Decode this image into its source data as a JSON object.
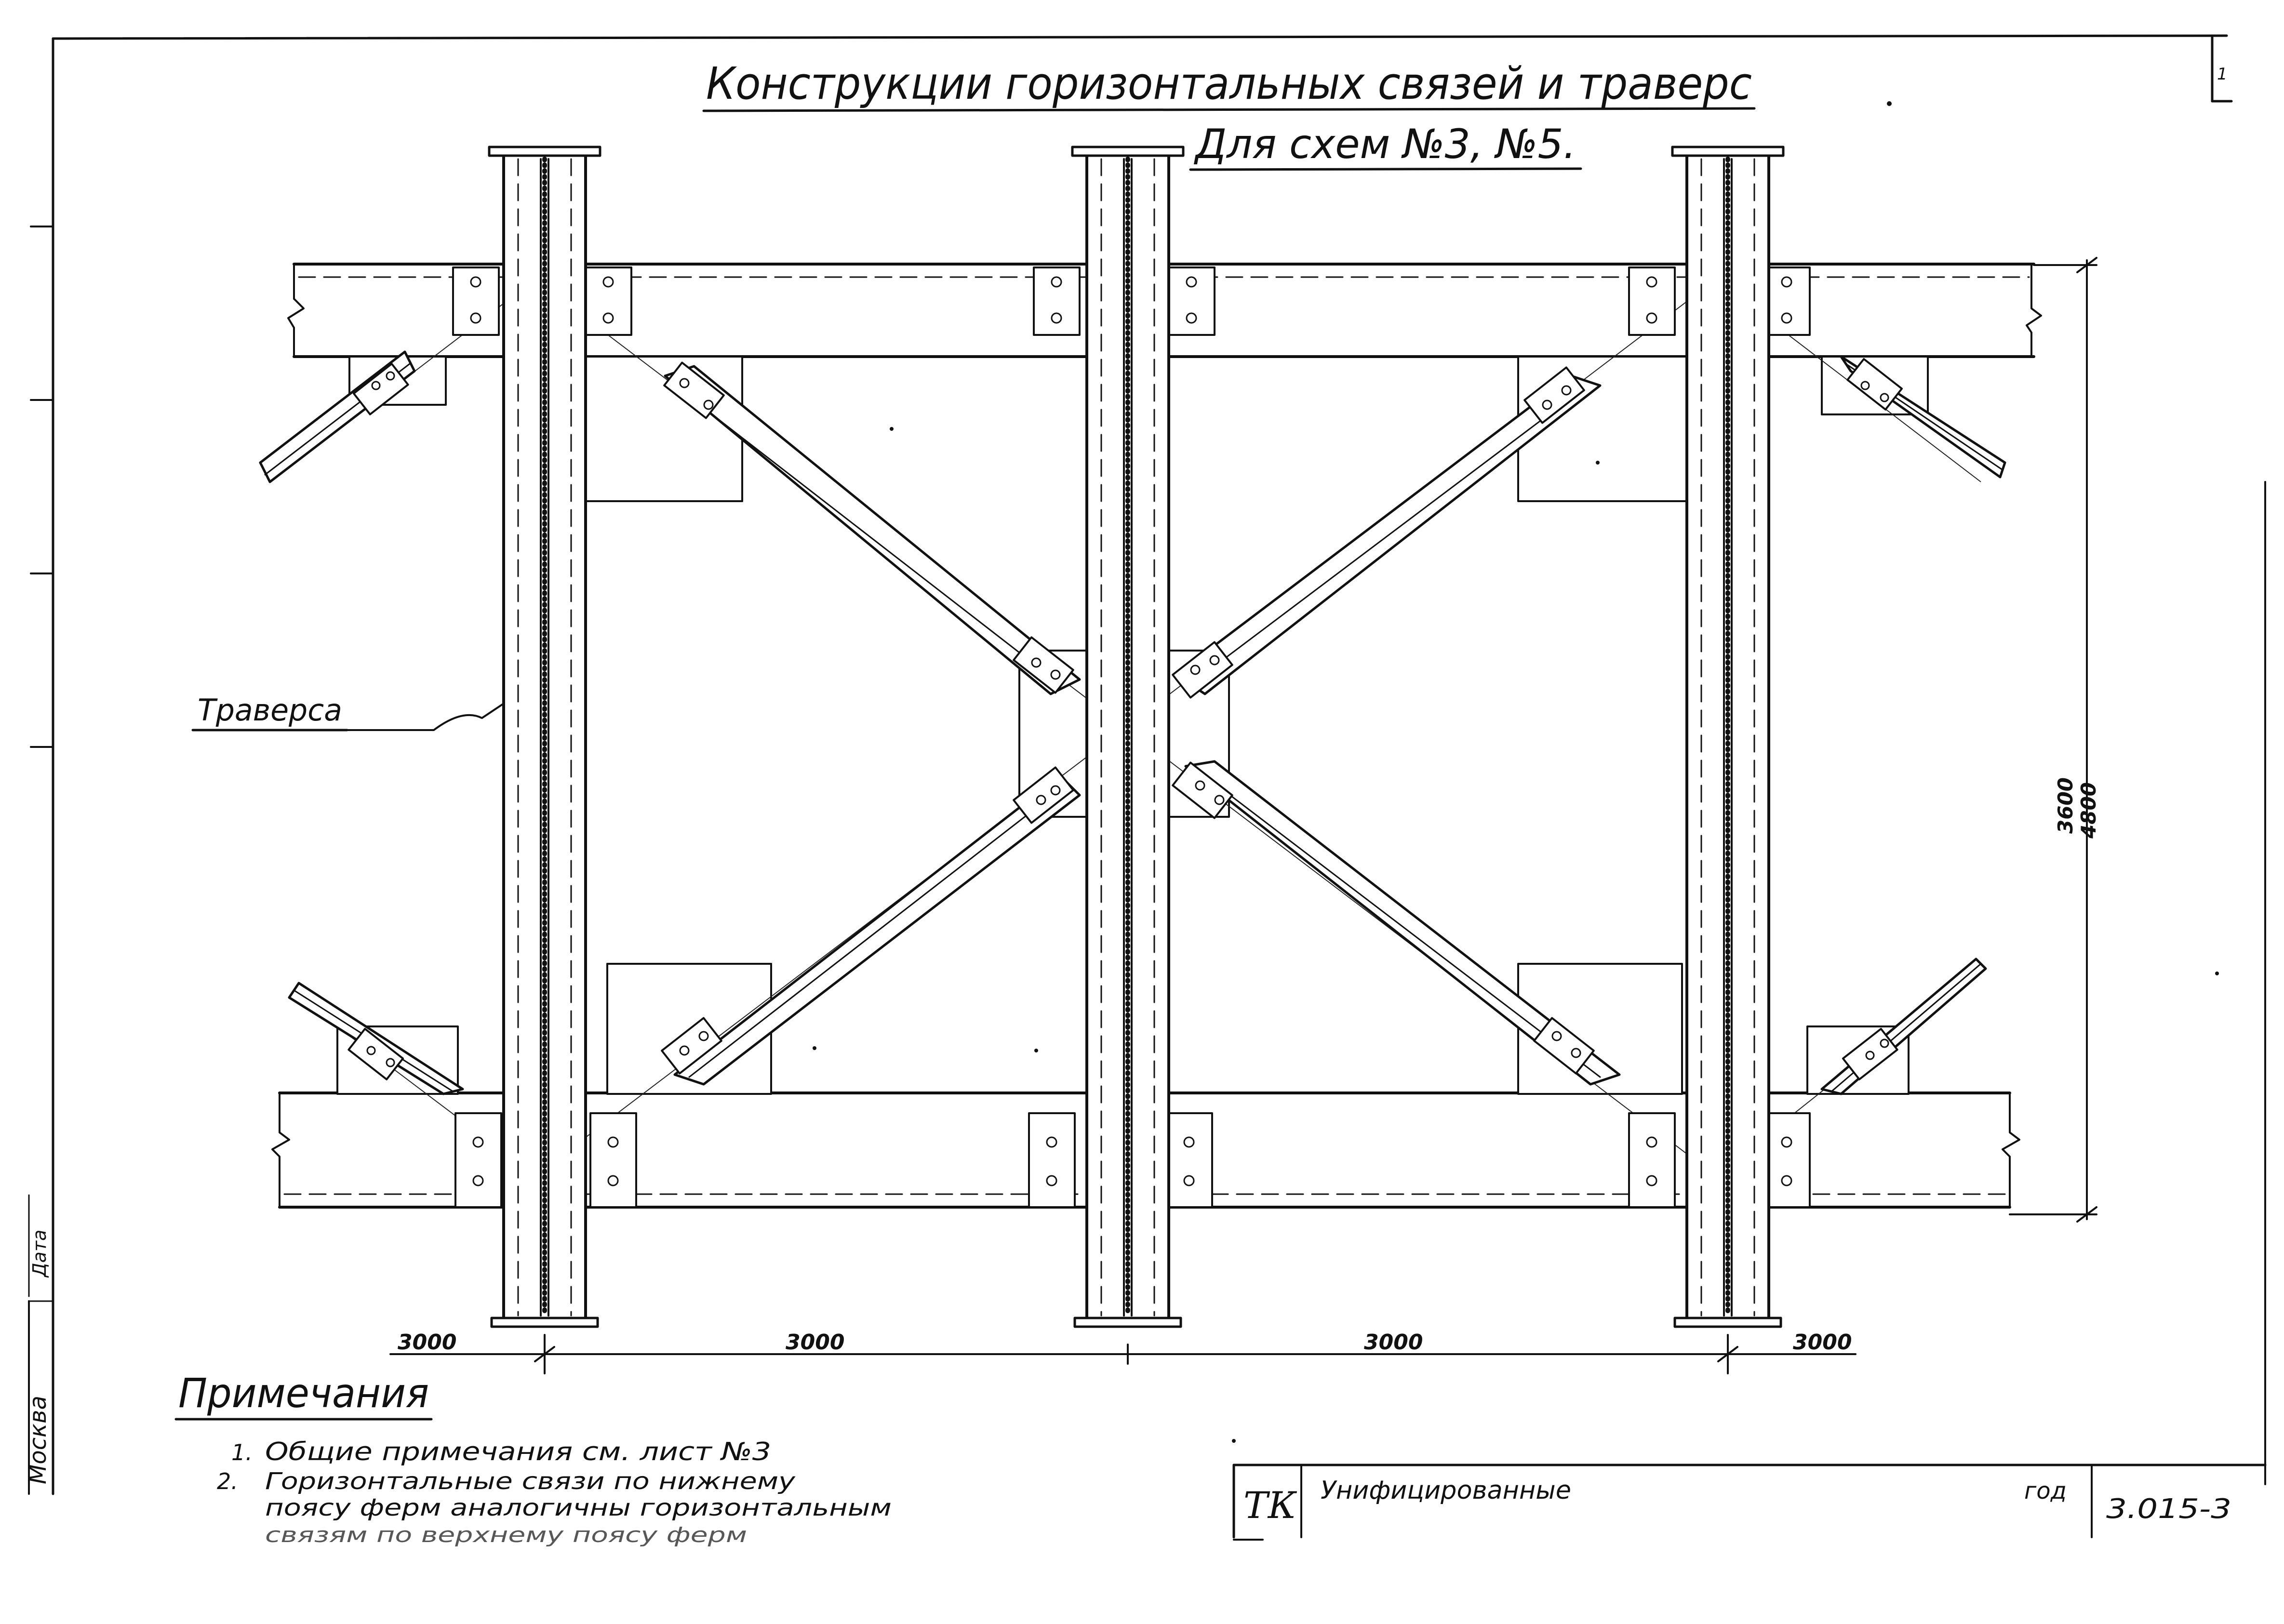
{
  "sheet": {
    "number": "1",
    "title": "Конструкции горизонтальных связей и траверс",
    "subtitle": "Для схем №3, №5."
  },
  "callout": {
    "traverse_label": "Траверса"
  },
  "dimensions": {
    "horizontal": [
      "3000",
      "3000",
      "3000",
      "3000"
    ],
    "vertical_inner": "3600",
    "vertical_outer": "4800"
  },
  "notes": {
    "heading": "Примечания",
    "items": [
      {
        "num": "1.",
        "text": "Общие примечания см. лист №3"
      },
      {
        "num": "2.",
        "text": "Горизонтальные связи по нижнему"
      },
      {
        "num": "",
        "text": "поясу ферм аналогичны горизонтальным"
      },
      {
        "num": "",
        "text": "связям по верхнему поясу ферм"
      }
    ]
  },
  "title_block": {
    "code_box": "ТК",
    "name": "Унифицированные",
    "year_fragment": "год",
    "series": "3.015-3"
  },
  "margin": {
    "city": "Москва",
    "date_label": "Дата"
  }
}
